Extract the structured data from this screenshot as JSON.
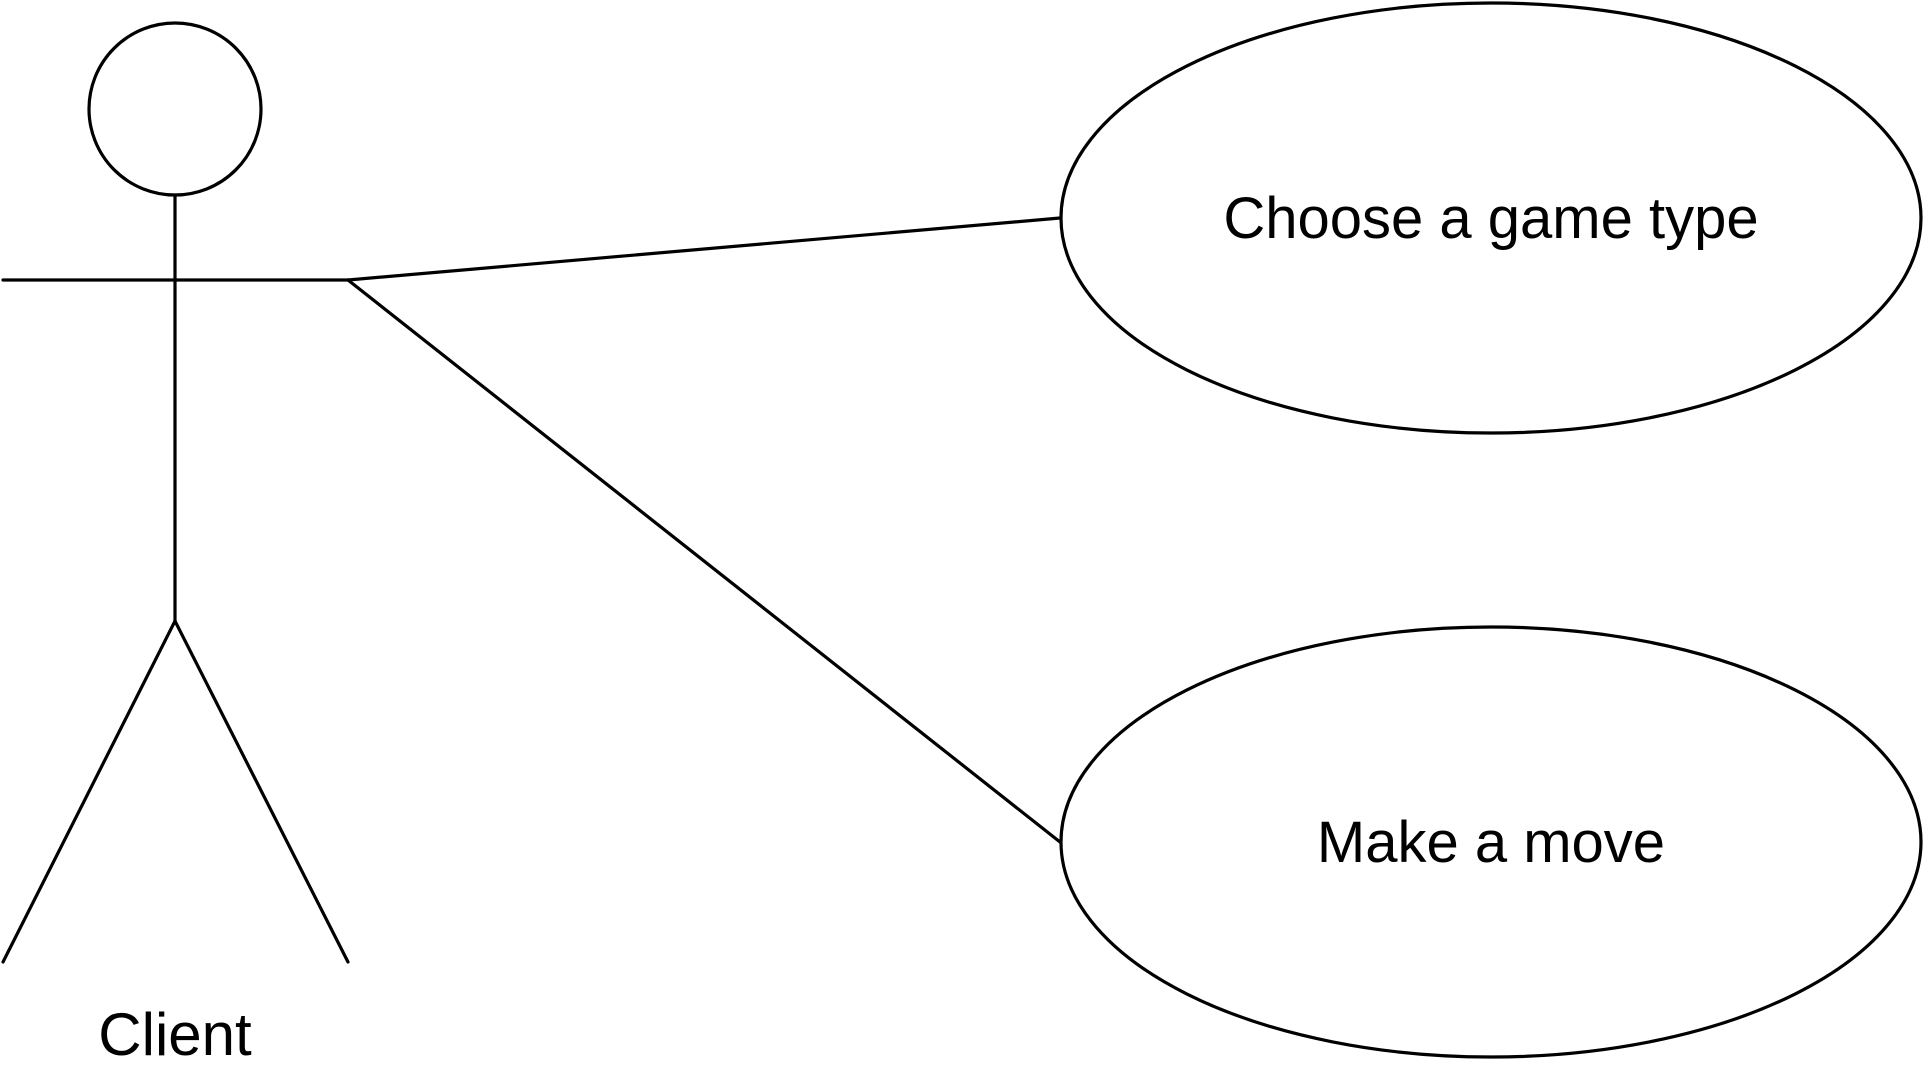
{
  "diagram": {
    "type": "use-case",
    "actor": {
      "name": "Client"
    },
    "use_cases": [
      {
        "label": "Choose a game type"
      },
      {
        "label": "Make a move"
      }
    ],
    "associations": [
      {
        "from": "Client",
        "to": "Choose a game type"
      },
      {
        "from": "Client",
        "to": "Make a move"
      }
    ]
  },
  "colors": {
    "background": "#ffffff",
    "stroke": "#000000",
    "text": "#000000"
  }
}
